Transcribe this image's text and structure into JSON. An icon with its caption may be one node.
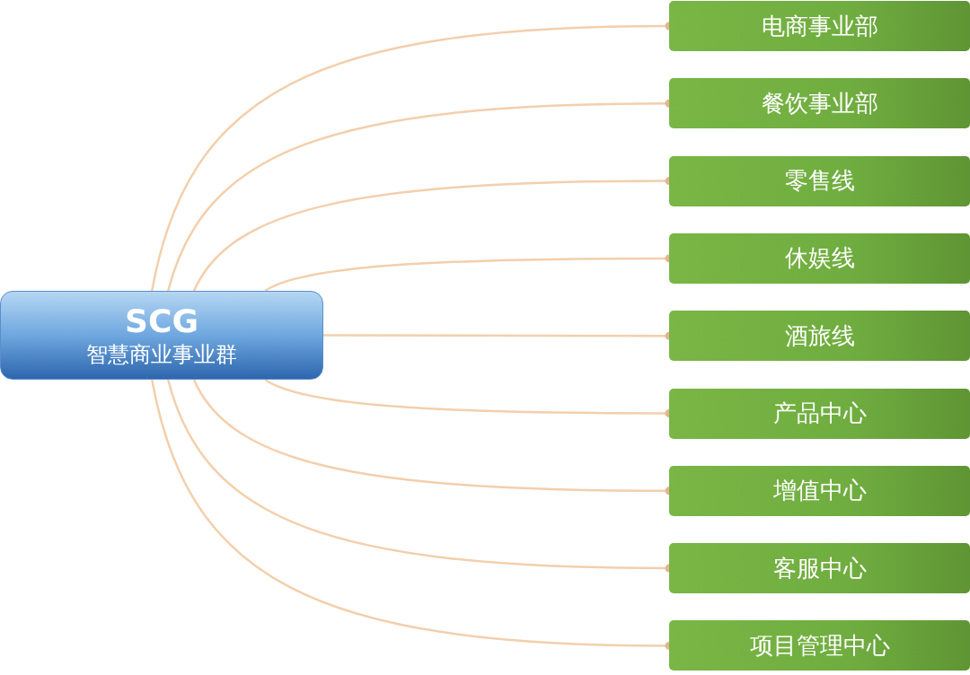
{
  "diagram": {
    "nodes": [
      {
        "text": [
          "SCG",
          "智慧商业事业群"
        ]
      },
      {
        "text": [
          "电商事业部"
        ]
      },
      {
        "text": [
          "餐饮事业部"
        ]
      },
      {
        "text": [
          "零售线"
        ]
      },
      {
        "text": [
          "休娱线"
        ]
      },
      {
        "text": [
          "酒旅线"
        ]
      },
      {
        "text": [
          "产品中心"
        ]
      },
      {
        "text": [
          "增值中心"
        ]
      },
      {
        "text": [
          "客服中心"
        ]
      },
      {
        "text": [
          "项目管理中心"
        ]
      }
    ],
    "edges": [
      {
        "from": 0,
        "to": 1,
        "arrow": "other"
      },
      {
        "from": 0,
        "to": 2,
        "arrow": "other"
      },
      {
        "from": 0,
        "to": 3,
        "arrow": "other"
      },
      {
        "from": 0,
        "to": 4,
        "arrow": "other"
      },
      {
        "from": 0,
        "to": 5,
        "arrow": "other"
      },
      {
        "from": 0,
        "to": 6,
        "arrow": "other"
      },
      {
        "from": 0,
        "to": 7,
        "arrow": "other"
      },
      {
        "from": 0,
        "to": 8,
        "arrow": "other"
      },
      {
        "from": 0,
        "to": 9,
        "arrow": "other"
      }
    ]
  }
}
